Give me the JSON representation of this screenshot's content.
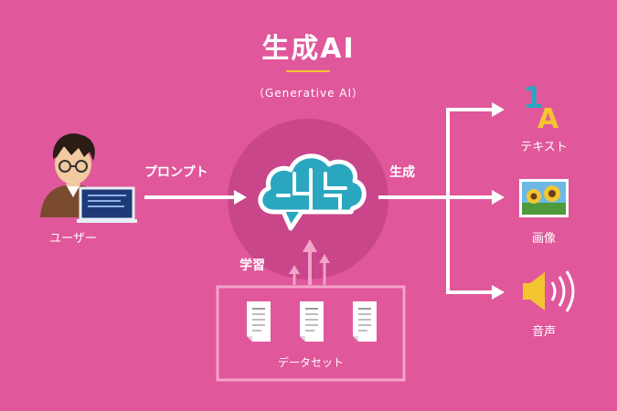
{
  "title": "生成AI",
  "subtitle": "（Generative AI）",
  "user_label": "ユーザー",
  "prompt_label": "プロンプト",
  "generate_label": "生成",
  "learn_label": "学習",
  "dataset_label": "データセット",
  "outputs": [
    {
      "label": "テキスト",
      "icon": "text-icon",
      "glyphs": [
        "1",
        "A"
      ]
    },
    {
      "label": "画像",
      "icon": "image-icon"
    },
    {
      "label": "音声",
      "icon": "audio-icon"
    }
  ],
  "colors": {
    "background": "#e0579b",
    "brain_circle": "#c9468a",
    "brain": "#2aa7bf",
    "accent_yellow": "#f3c531",
    "dataset_arrows": "#f4a3c9"
  }
}
